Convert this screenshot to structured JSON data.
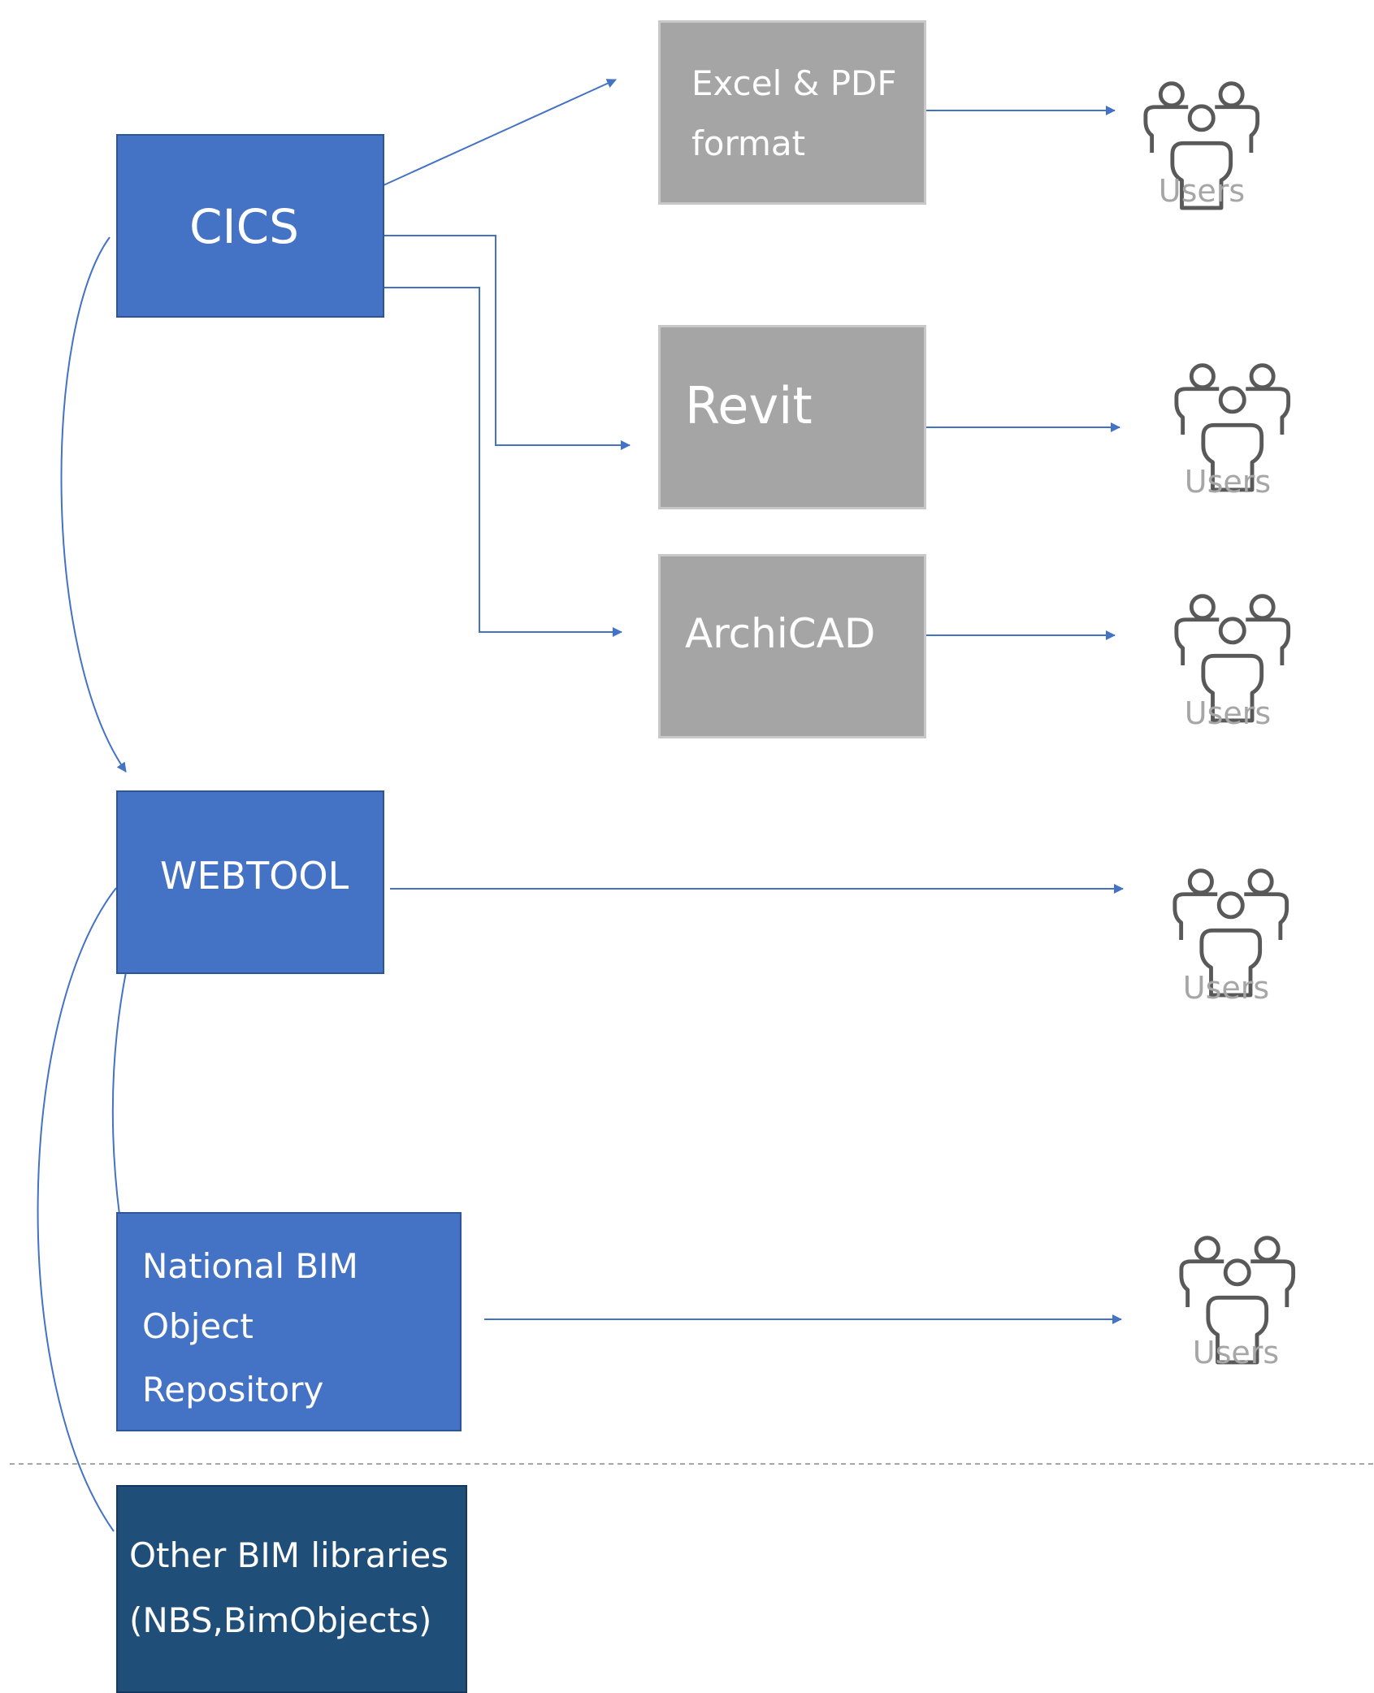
{
  "nodes": {
    "cics": "CICS",
    "excel_pdf": [
      "Excel & PDF",
      "format"
    ],
    "revit": "Revit",
    "archicad": "ArchiCAD",
    "webtool": "WEBTOOL",
    "national_bim": [
      "National BIM",
      "Object",
      "Repository"
    ],
    "other_bim": [
      "Other BIM libraries",
      "(NBS,BimObjects)"
    ]
  },
  "users_label": "Users",
  "users_icon": "users-icon",
  "colors": {
    "primary_blue": "#4472c4",
    "dark_blue": "#1f4e79",
    "grey": "#a5a5a5",
    "connector": "#4472c4",
    "users_text": "#a6a6a6"
  }
}
